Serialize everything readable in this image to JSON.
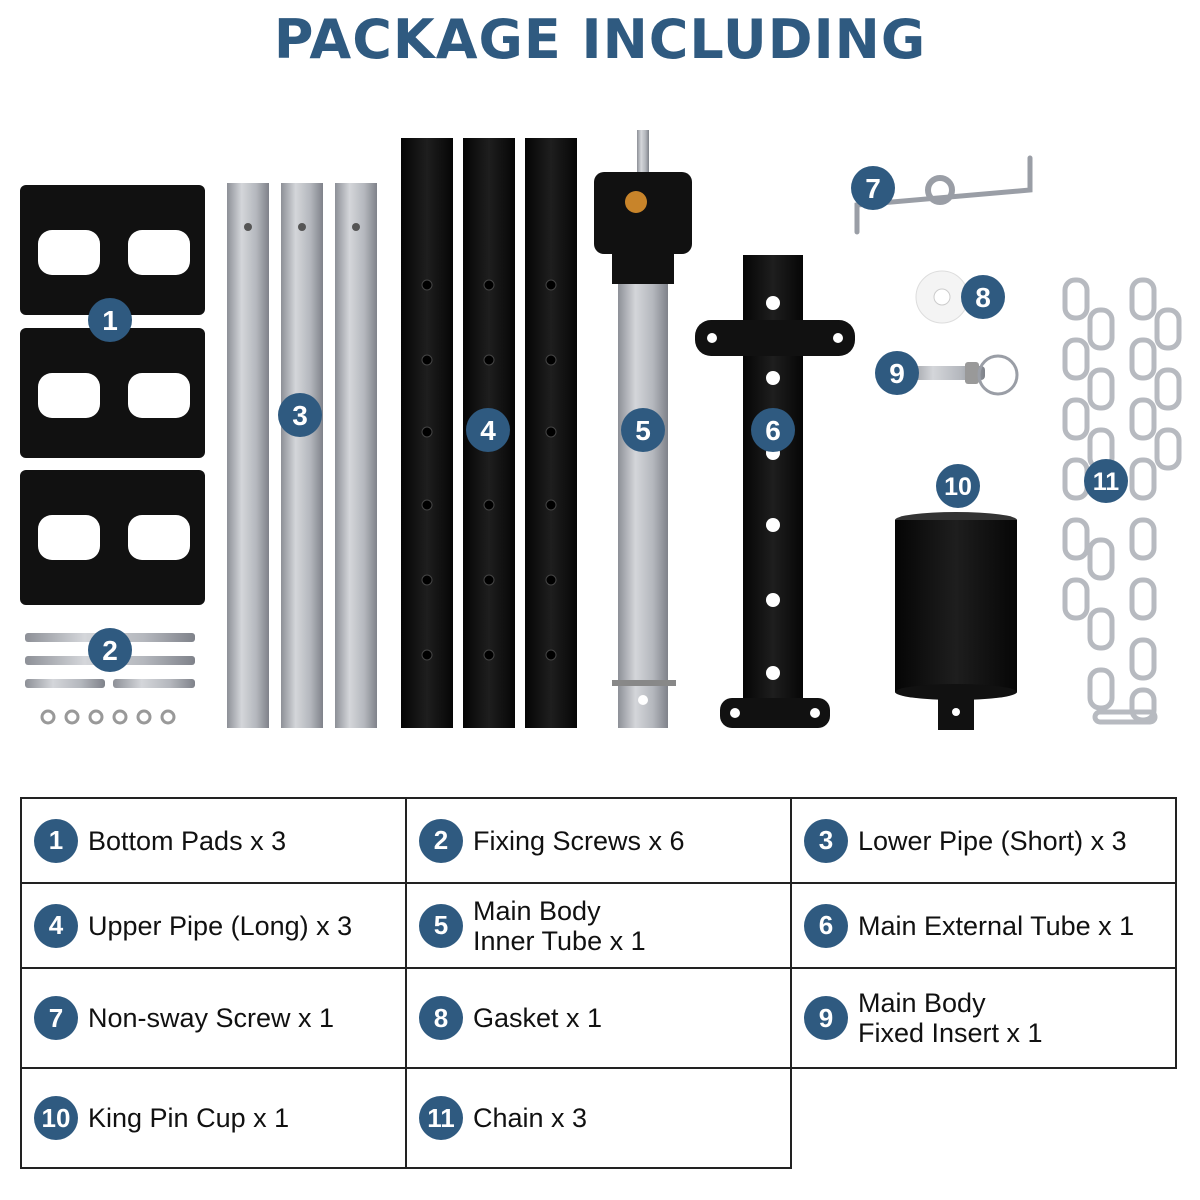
{
  "title": "PACKAGE INCLUDING",
  "colors": {
    "badge": "#2f5a80",
    "title": "#2f5a80",
    "steel_black": "#111111",
    "steel_silver": "#b9bcc2"
  },
  "badges": [
    "1",
    "2",
    "3",
    "4",
    "5",
    "6",
    "7",
    "8",
    "9",
    "10",
    "11"
  ],
  "legend": [
    {
      "num": "1",
      "label": "Bottom Pads x 3"
    },
    {
      "num": "2",
      "label": "Fixing Screws x 6"
    },
    {
      "num": "3",
      "label": "Lower Pipe (Short) x 3"
    },
    {
      "num": "4",
      "label": "Upper Pipe (Long) x 3"
    },
    {
      "num": "5",
      "label": "Main Body\nInner Tube x 1"
    },
    {
      "num": "6",
      "label": "Main External Tube x 1"
    },
    {
      "num": "7",
      "label": "Non-sway Screw x 1"
    },
    {
      "num": "8",
      "label": "Gasket x 1"
    },
    {
      "num": "9",
      "label": "Main Body\nFixed Insert x 1"
    },
    {
      "num": "10",
      "label": "King Pin Cup x 1"
    },
    {
      "num": "11",
      "label": "Chain x 3"
    }
  ]
}
